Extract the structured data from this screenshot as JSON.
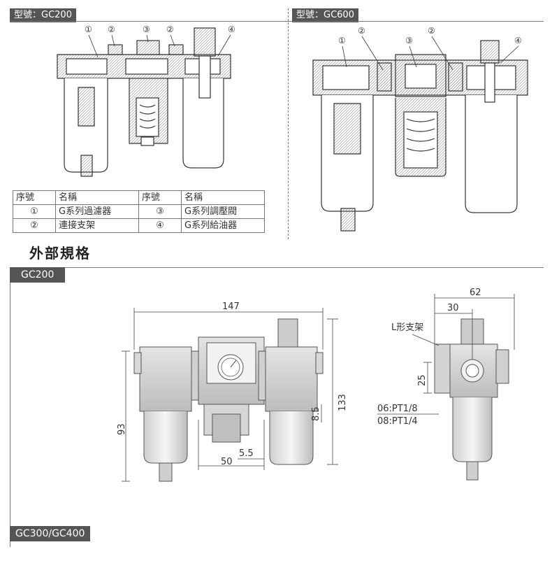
{
  "top_left": {
    "model_tag": "型號：GC200"
  },
  "top_right": {
    "model_tag": "型號：GC600"
  },
  "callouts": [
    "①",
    "②",
    "③",
    "②",
    "④"
  ],
  "parts_table": {
    "headers": [
      "序號",
      "名稱",
      "序號",
      "名稱"
    ],
    "rows": [
      [
        "①",
        "G系列過濾器",
        "③",
        "G系列調壓閥"
      ],
      [
        "②",
        "連接支架",
        "④",
        "G系列給油器"
      ]
    ]
  },
  "section_heading": "外部規格",
  "gc200_tag": "GC200",
  "gc300_tag": "GC300/GC400",
  "dimensions": {
    "width_total": "147",
    "height_total": "133",
    "height_93": "93",
    "width_50": "50",
    "dim_5_5": "5.5",
    "dim_8_5": "8.5",
    "side_62": "62",
    "side_30": "30",
    "side_25": "25",
    "bracket_label": "L形支架",
    "port_06": "06:PT1/8",
    "port_08": "08:PT1/4"
  }
}
